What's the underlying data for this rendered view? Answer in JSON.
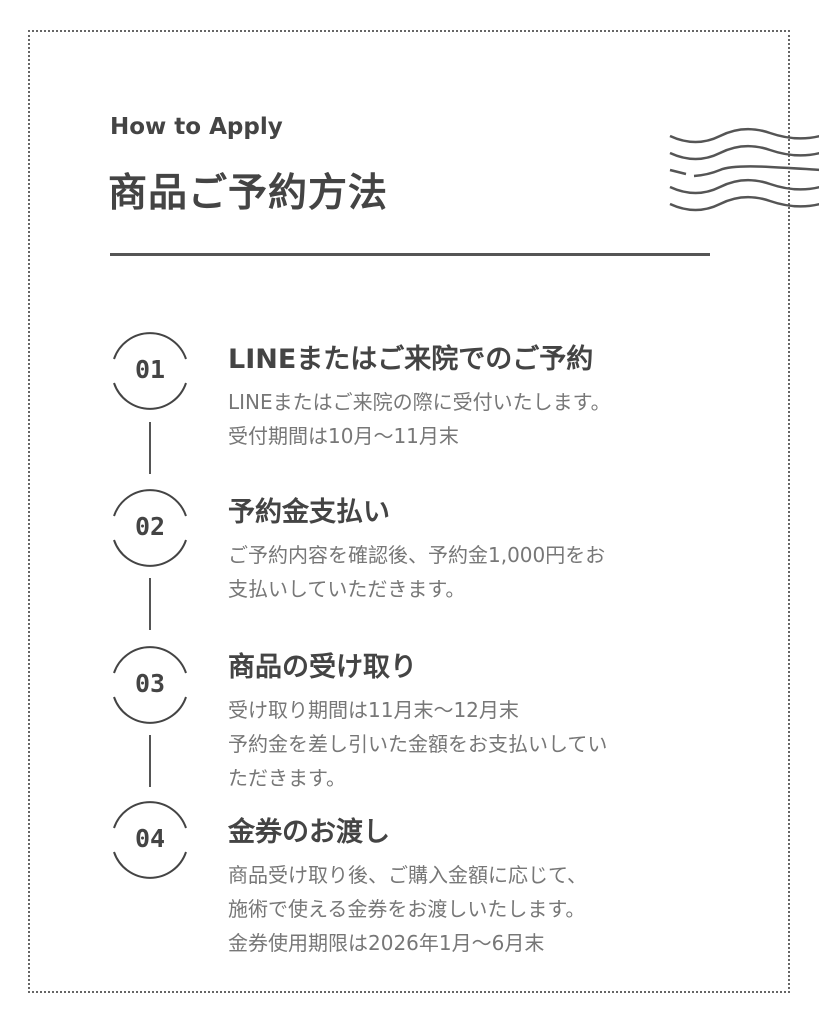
{
  "header": {
    "eyebrow": "How to Apply",
    "title": "商品ご予約方法"
  },
  "steps": [
    {
      "num": "01",
      "heading": "LINEまたはご来院でのご予約",
      "lines": [
        "LINEまたはご来院の際に受付いたします。",
        "受付期間は10月～11月末"
      ]
    },
    {
      "num": "02",
      "heading": "予約金支払い",
      "lines": [
        "ご予約内容を確認後、予約金1,000円をお",
        "支払いしていただきます。"
      ]
    },
    {
      "num": "03",
      "heading": "商品の受け取り",
      "lines": [
        "受け取り期間は11月末～12月末",
        "予約金を差し引いた金額をお支払いしてい",
        "ただきます。"
      ]
    },
    {
      "num": "04",
      "heading": "金券のお渡し",
      "lines": [
        "商品受け取り後、ご購入金額に応じて、",
        "施術で使える金券をお渡しいたします。",
        "金券使用期限は2026年1月～6月末"
      ]
    }
  ]
}
